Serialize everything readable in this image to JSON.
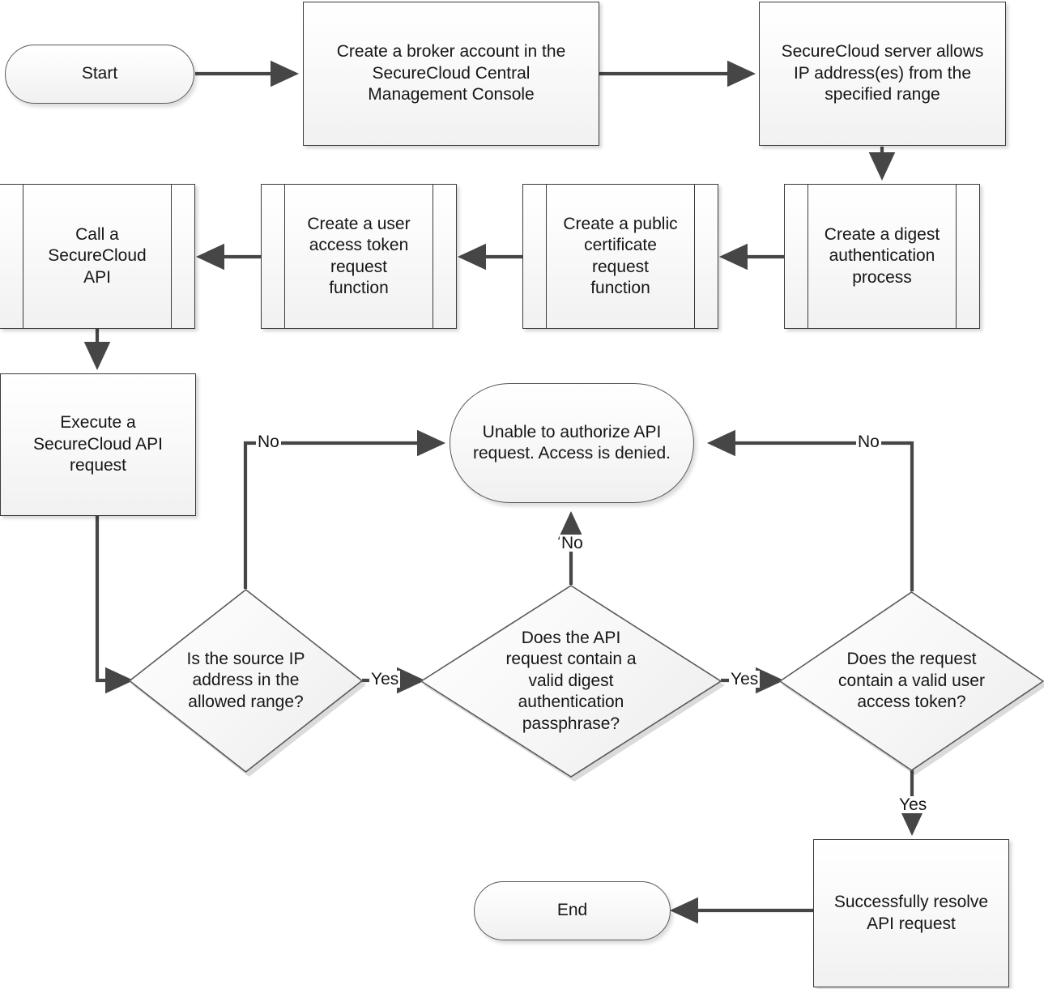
{
  "diagram": {
    "title": "SecureCloud API authorization flowchart",
    "colors": {
      "stroke": "#3b3b3b",
      "edge": "#464646",
      "fill_top": "#ffffff",
      "fill_bottom": "#f1f1f1",
      "text": "#161616"
    }
  },
  "nodes": {
    "start": {
      "label": "Start",
      "shape": "terminator"
    },
    "broker_account": {
      "label": "Create a broker account in the\nSecureCloud Central\nManagement Console",
      "shape": "process"
    },
    "server_allows_ip": {
      "label": "SecureCloud server allows\nIP address(es) from the\nspecified range",
      "shape": "process"
    },
    "digest_auth": {
      "label": "Create a digest\nauthentication\nprocess",
      "shape": "predefined-process"
    },
    "public_cert": {
      "label": "Create a public\ncertificate\nrequest\nfunction",
      "shape": "predefined-process"
    },
    "user_token_fn": {
      "label": "Create a user\naccess token\nrequest\nfunction",
      "shape": "predefined-process"
    },
    "call_api": {
      "label": "Call a\nSecureCloud\nAPI",
      "shape": "predefined-process"
    },
    "execute_request": {
      "label": "Execute a\nSecureCloud API\nrequest",
      "shape": "process"
    },
    "denied": {
      "label": "Unable to authorize API\nrequest. Access is denied.",
      "shape": "terminator"
    },
    "decision_ip": {
      "label": "Is the source IP\naddress in the\nallowed range?",
      "shape": "decision"
    },
    "decision_digest": {
      "label": "Does the API\nrequest contain a\nvalid digest\nauthentication\npassphrase?",
      "shape": "decision"
    },
    "decision_token": {
      "label": "Does the request\ncontain a valid user\naccess token?",
      "shape": "decision"
    },
    "resolve_request": {
      "label": "Successfully resolve\nAPI request",
      "shape": "process"
    },
    "end": {
      "label": "End",
      "shape": "terminator"
    }
  },
  "edge_labels": {
    "ip_no": "No",
    "ip_yes": "Yes",
    "digest_no": "No",
    "digest_yes": "Yes",
    "token_no": "No",
    "token_yes": "Yes"
  },
  "edges": [
    {
      "from": "start",
      "to": "broker_account",
      "label": ""
    },
    {
      "from": "broker_account",
      "to": "server_allows_ip",
      "label": ""
    },
    {
      "from": "server_allows_ip",
      "to": "digest_auth",
      "label": ""
    },
    {
      "from": "digest_auth",
      "to": "public_cert",
      "label": ""
    },
    {
      "from": "public_cert",
      "to": "user_token_fn",
      "label": ""
    },
    {
      "from": "user_token_fn",
      "to": "call_api",
      "label": ""
    },
    {
      "from": "call_api",
      "to": "execute_request",
      "label": ""
    },
    {
      "from": "execute_request",
      "to": "decision_ip",
      "label": ""
    },
    {
      "from": "decision_ip",
      "to": "denied",
      "label": "No"
    },
    {
      "from": "decision_ip",
      "to": "decision_digest",
      "label": "Yes"
    },
    {
      "from": "decision_digest",
      "to": "denied",
      "label": "No"
    },
    {
      "from": "decision_digest",
      "to": "decision_token",
      "label": "Yes"
    },
    {
      "from": "decision_token",
      "to": "denied",
      "label": "No"
    },
    {
      "from": "decision_token",
      "to": "resolve_request",
      "label": "Yes"
    },
    {
      "from": "resolve_request",
      "to": "end",
      "label": ""
    }
  ]
}
